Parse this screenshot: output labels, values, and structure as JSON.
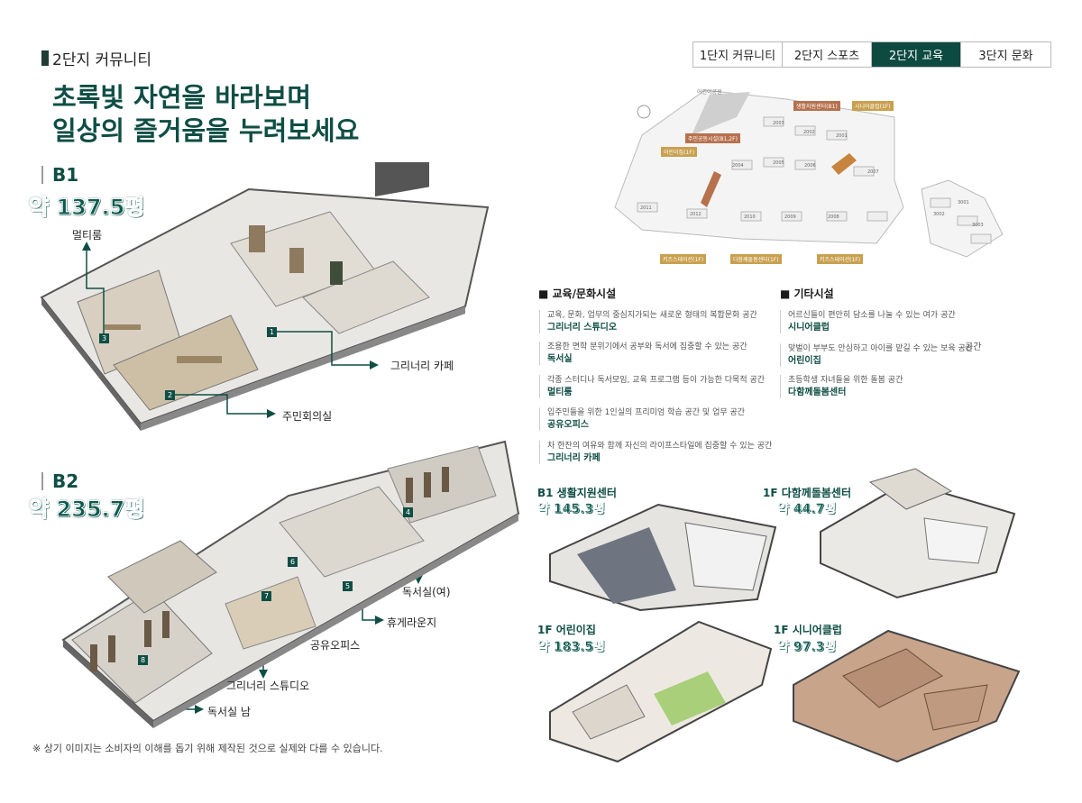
{
  "section_label": "2단지 커뮤니티",
  "headline": {
    "line1": "초록빛 자연을 바라보며",
    "line2": "일상의 즐거움을 누려보세요"
  },
  "tabs": [
    {
      "label": "1단지  커뮤니티",
      "active": false
    },
    {
      "label": "2단지 스포츠",
      "active": false
    },
    {
      "label": "2단지 교육",
      "active": true
    },
    {
      "label": "3단지 문화",
      "active": false
    }
  ],
  "b1": {
    "floor": "B1",
    "area": "약 137.5평",
    "callouts": [
      {
        "num": "1",
        "label": "그리너리 카페"
      },
      {
        "num": "2",
        "label": "주민회의실"
      },
      {
        "num": "3",
        "label": "멀티룸"
      }
    ]
  },
  "b2": {
    "floor": "B2",
    "area": "약 235.7평",
    "callouts": [
      {
        "num": "4",
        "label": "독서실(여)"
      },
      {
        "num": "5",
        "label": "휴게라운지"
      },
      {
        "num": "6",
        "label": "공유오피스"
      },
      {
        "num": "7",
        "label": "그리너리 스튜디오"
      },
      {
        "num": "8",
        "label": "독서실 남"
      }
    ]
  },
  "siteplan": {
    "tags": [
      "어린이공원",
      "생활지원센터(B1)",
      "시니어클럽(1F)",
      "주민공동시설(B1,2F)",
      "어린이집(1F)",
      "키즈스테이션(1F)",
      "다함께돌봄센터(1F)",
      "키즈스테이션(1F)"
    ],
    "buildings": [
      "2003",
      "2002",
      "2001",
      "2005",
      "2004",
      "2006",
      "2007",
      "2011",
      "2012",
      "2010",
      "2009",
      "2008",
      "3001",
      "3002",
      "3003"
    ]
  },
  "edu": {
    "title": "교육/문화시설",
    "items": [
      {
        "desc": "교육, 문화, 업무의 중심지가되는 새로운 형태의 복합문화 공간",
        "name": "그리너리 스튜디오"
      },
      {
        "desc": "조용한 면학 분위기에서 공부와 독서에 집중할 수 있는 공간",
        "name": "독서실"
      },
      {
        "desc": "각종 스터디나 독서모임, 교육 프로그램 등이 가능한 다목적 공간",
        "name": "멀티룸"
      },
      {
        "desc": "입주민들을 위한 1인실의 프리미엄 학습 공간 및 업무 공간",
        "name": "공유오피스"
      },
      {
        "desc": "차 한잔의 여유와 함께 자신의 라이프스타일에 집중할 수 있는 공간",
        "name": "그리너리 카페"
      }
    ]
  },
  "etc": {
    "title": "기타시설",
    "items": [
      {
        "desc": "어르신들이 편안히 담소를 나눌 수 있는 여가 공간",
        "name": "시니어클럽"
      },
      {
        "desc": "맞벌이 부부도 안심하고 아이를 맡길 수 있는 보육 공간",
        "name": "어린이집",
        "extra": "공간"
      },
      {
        "desc": "초등학생 자녀들을 위한 돌봄 공간",
        "name": "다함께돌봄센터"
      }
    ]
  },
  "plans": [
    {
      "label": "B1 생활지원센터",
      "area": "약 145.3평"
    },
    {
      "label": "1F 다함께돌봄센터",
      "area": "약 44.7평"
    },
    {
      "label": "1F 어린이집",
      "area": "약 183.5평"
    },
    {
      "label": "1F 시니어클럽",
      "area": "약 97.3평"
    }
  ],
  "disclaimer": "※ 상기 이미지는 소비자의 이해를 돕기 위해 제작된 것으로 실제와 다를 수 있습니다.",
  "colors": {
    "brand": "#0f4e45",
    "tab_active": "#0d4a42"
  }
}
